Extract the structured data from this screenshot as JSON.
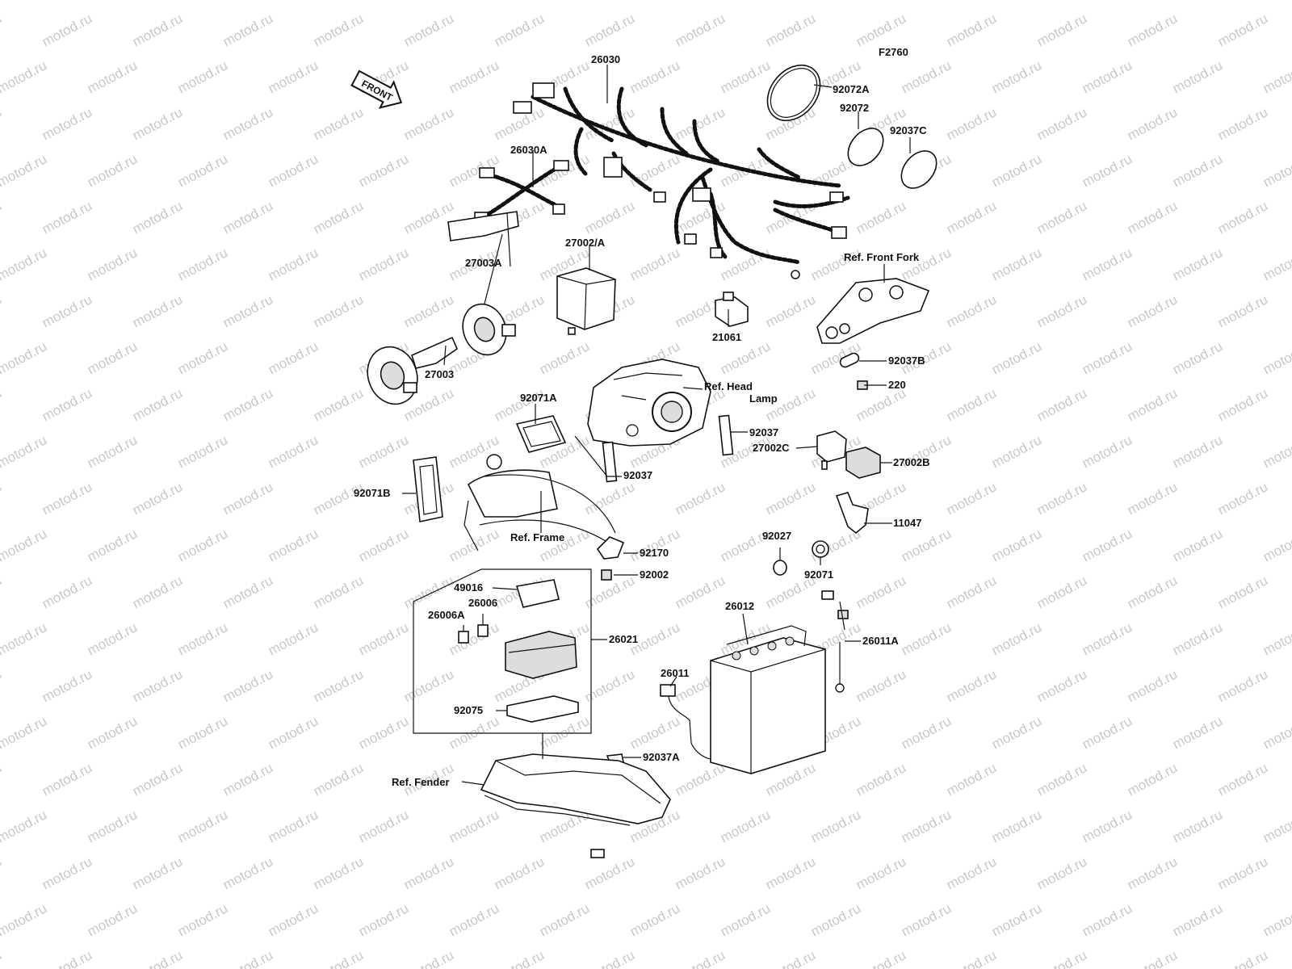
{
  "figure_code": "F2760",
  "front_arrow": "FRONT",
  "watermark": "motod.ru",
  "labels": {
    "p26030": "26030",
    "p26030A": "26030A",
    "p92072A": "92072A",
    "p92072": "92072",
    "p92037C": "92037C",
    "p27003A": "27003A",
    "p27002A": "27002/A",
    "ref_front_fork": "Ref. Front Fork",
    "p21061": "21061",
    "p27003": "27003",
    "p92037B": "92037B",
    "p220": "220",
    "ref_head_lamp_1": "Ref. Head",
    "ref_head_lamp_2": "Lamp",
    "p92071A": "92071A",
    "p92037_a": "92037",
    "p92037_b": "92037",
    "p27002C": "27002C",
    "p27002B": "27002B",
    "p92071B": "92071B",
    "ref_frame": "Ref. Frame",
    "p11047": "11047",
    "p92170": "92170",
    "p92027": "92027",
    "p92002": "92002",
    "p92071": "92071",
    "p49016": "49016",
    "p26006": "26006",
    "p26006A": "26006A",
    "p26012": "26012",
    "p26021": "26021",
    "p26011A": "26011A",
    "p26011": "26011",
    "p92075": "92075",
    "p92037A": "92037A",
    "ref_fender": "Ref. Fender"
  }
}
